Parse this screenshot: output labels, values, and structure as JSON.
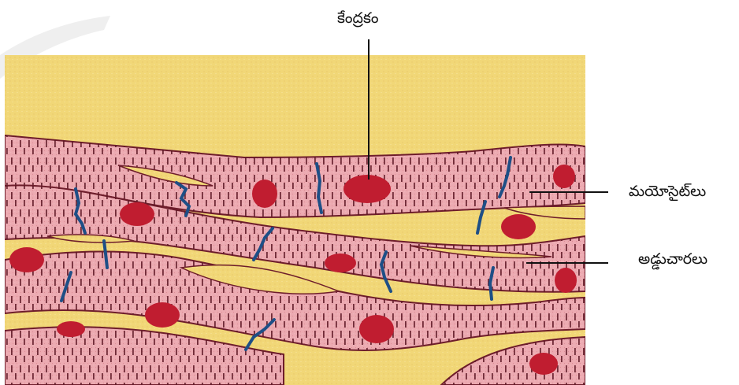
{
  "labels": {
    "nucleus": "కేంద్రకం",
    "myocyte": "మయోసైట్‌లు",
    "intercalated_disc": "అడ్డుచారలు"
  },
  "colors": {
    "background_tissue": "#f1d777",
    "cell_fill": "#ecaab1",
    "cell_outline": "#6e1d2b",
    "striation": "#5a1522",
    "nucleus": "#c01d30",
    "intercalated_disc": "#1e4f86",
    "leader_line": "#111111",
    "watermark": "#e7e7e7"
  },
  "icons": {
    "watermark": "faint-watermark-stroke"
  }
}
